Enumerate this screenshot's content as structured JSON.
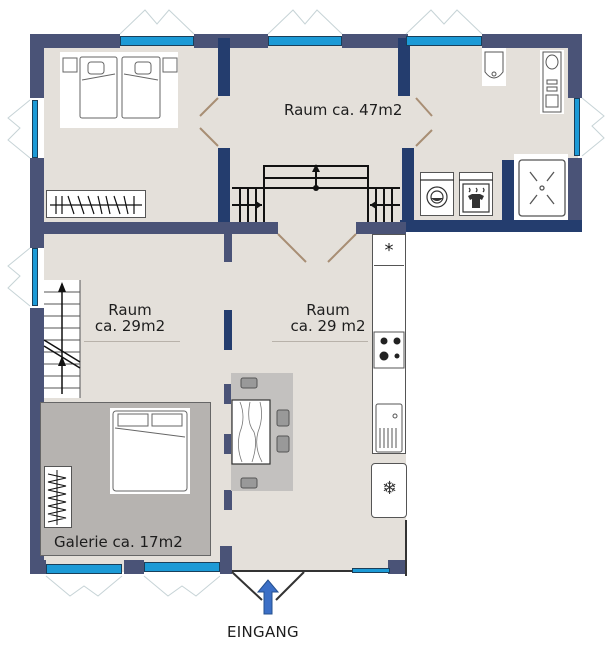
{
  "plan": {
    "rooms": [
      {
        "id": "raum-47",
        "label": "Raum ca. 47m2"
      },
      {
        "id": "raum-29-left",
        "line1": "Raum",
        "line2": "ca. 29m2"
      },
      {
        "id": "raum-29-right",
        "line1": "Raum",
        "line2": "ca. 29 m2"
      },
      {
        "id": "galerie",
        "label": "Galerie ca. 17m2"
      }
    ],
    "entrance": {
      "label": "EINGANG"
    },
    "icons": {
      "kitchen_fridge": "*",
      "freezer": "❄"
    },
    "colors": {
      "wall": "#4a5377",
      "wall_dark": "#243d6e",
      "window": "#1c9ad6",
      "floor": "#e4e0da",
      "galerie": "#b6b3b0",
      "arrow": "#3b6fc6",
      "door": "#a88e74"
    }
  }
}
